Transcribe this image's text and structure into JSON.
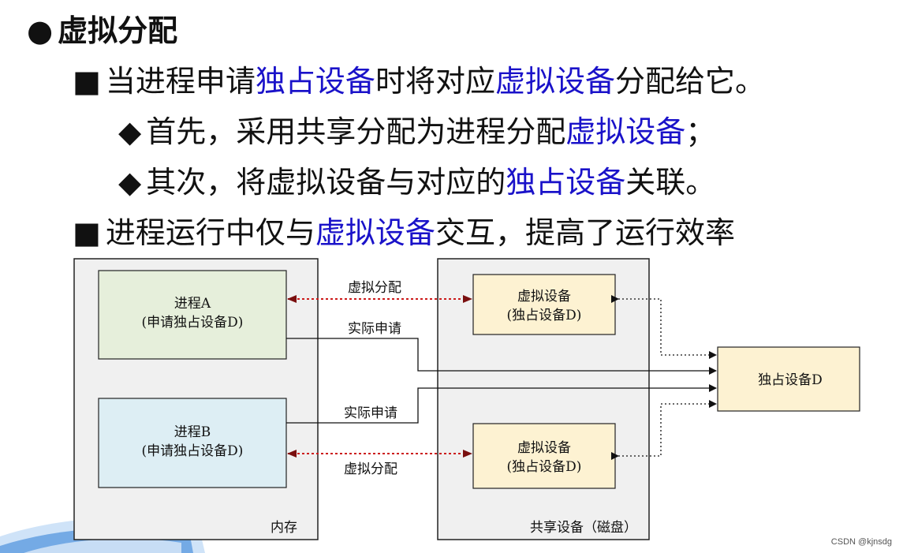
{
  "heading": {
    "bullet": "●",
    "text": "虚拟分配"
  },
  "line2": {
    "bullet": "■",
    "parts": [
      "当进程申请",
      "独占设备",
      "时将对应",
      "虚拟设备",
      "分配给它。"
    ]
  },
  "line3": {
    "bullet": "◆",
    "parts": [
      "首先，采用共享分配为进程分配",
      "虚拟设备",
      "；"
    ]
  },
  "line4": {
    "bullet": "◆",
    "parts": [
      "其次，将虚拟设备与对应的",
      "独占设备",
      "关联。"
    ]
  },
  "line5": {
    "bullet": "■",
    "parts": [
      "进程运行中仅与",
      "虚拟设备",
      "交互，提高了运行效率"
    ]
  },
  "diagram": {
    "memory_label": "内存",
    "shared_label": "共享设备（磁盘）",
    "process_a": [
      "进程A",
      "(申请独占设备D)"
    ],
    "process_b": [
      "进程B",
      "(申请独占设备D)"
    ],
    "virtual_1": [
      "虚拟设备",
      "(独占设备D)"
    ],
    "virtual_2": [
      "虚拟设备",
      "(独占设备D)"
    ],
    "exclusive": "独占设备D",
    "label_virtual_alloc_top": "虚拟分配",
    "label_actual_top": "实际申请",
    "label_actual_bottom": "实际申请",
    "label_virtual_alloc_bottom": "虚拟分配"
  },
  "colors": {
    "blue_text": "#1a12c9",
    "process_a_fill": "#e6efdb",
    "process_b_fill": "#ddeef4",
    "device_fill": "#fdf2d2",
    "container_fill": "#f0f0f0",
    "dashed_red": "#cc1b1b"
  },
  "watermark": "CSDN @kjnsdg"
}
